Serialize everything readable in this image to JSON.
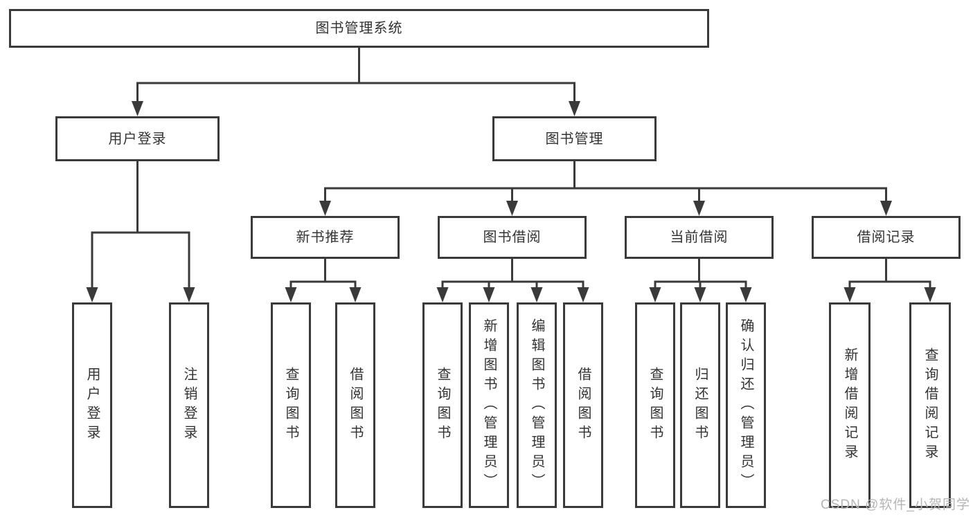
{
  "tree": {
    "root": {
      "label": "图书管理系统"
    },
    "children": [
      {
        "label": "用户登录",
        "children": [
          {
            "label": "用户登录"
          },
          {
            "label": "注销登录"
          }
        ]
      },
      {
        "label": "图书管理",
        "children": [
          {
            "label": "新书推荐",
            "children": [
              {
                "label": "查询图书"
              },
              {
                "label": "借阅图书"
              }
            ]
          },
          {
            "label": "图书借阅",
            "children": [
              {
                "label": "查询图书"
              },
              {
                "label": "新增图书（管理员）"
              },
              {
                "label": "编辑图书（管理员）"
              },
              {
                "label": "借阅图书"
              }
            ]
          },
          {
            "label": "当前借阅",
            "children": [
              {
                "label": "查询图书"
              },
              {
                "label": "归还图书"
              },
              {
                "label": "确认归还（管理员）"
              }
            ]
          },
          {
            "label": "借阅记录",
            "children": [
              {
                "label": "新增借阅记录"
              },
              {
                "label": "查询借阅记录"
              }
            ]
          }
        ]
      }
    ]
  },
  "watermark": {
    "text": "CSDN @软件_小贺同学"
  },
  "colors": {
    "line": "#3a3a3a",
    "text": "#333333",
    "bg": "#ffffff",
    "watermark": "#b5b5b5"
  }
}
